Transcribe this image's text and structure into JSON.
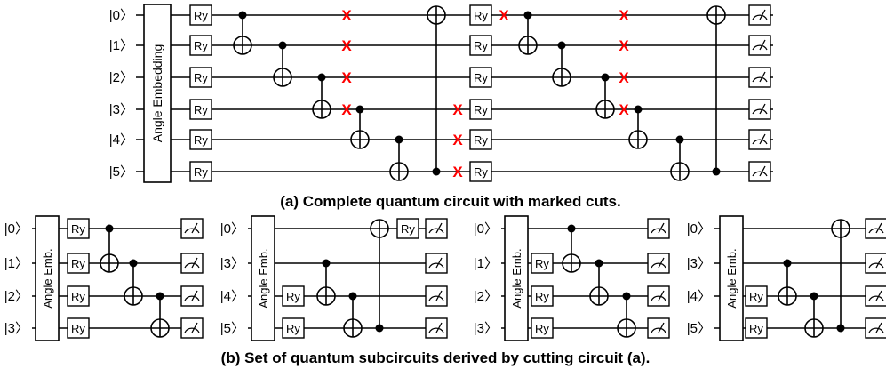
{
  "colors": {
    "line": "#000000",
    "cut": "#ff0000",
    "background": "#ffffff"
  },
  "captions": {
    "a": "(a) Complete quantum circuit with marked cuts.",
    "b": "(b) Set of quantum subcircuits derived by cutting circuit (a)."
  },
  "labels": {
    "embedding_full": "Angle Embedding",
    "embedding_short": "Angle Emb.",
    "ry": "Ry",
    "cut_mark": "X"
  },
  "icons": {
    "measure": "measurement-meter-icon",
    "cnot": "cnot-target-icon",
    "cut": "cut-mark-icon"
  },
  "full_circuit": {
    "wires": [
      "|0〉",
      "|1〉",
      "|2〉",
      "|3〉",
      "|4〉",
      "|5〉"
    ],
    "blocks": [
      "embed",
      "ry",
      "cnot 0-1",
      "cnot 1-2",
      "cnot 2-3",
      "cut 0,1,2,3",
      "cnot 3-4",
      "cnot 4-5",
      "cut 3,4,5",
      "cnot 5-0",
      "ry",
      "cut 0",
      "cnot 0-1",
      "cnot 1-2",
      "cnot 2-3",
      "cut 0,1,2,3",
      "cnot 3-4",
      "cnot 4-5",
      "cnot 5-0",
      "measure"
    ]
  },
  "subcircuits": [
    {
      "wires": [
        "|0〉",
        "|1〉",
        "|2〉",
        "|3〉"
      ]
    },
    {
      "wires": [
        "|0〉",
        "|3〉",
        "|4〉",
        "|5〉"
      ]
    },
    {
      "wires": [
        "|0〉",
        "|1〉",
        "|2〉",
        "|3〉"
      ]
    },
    {
      "wires": [
        "|0〉",
        "|3〉",
        "|4〉",
        "|5〉"
      ]
    }
  ]
}
